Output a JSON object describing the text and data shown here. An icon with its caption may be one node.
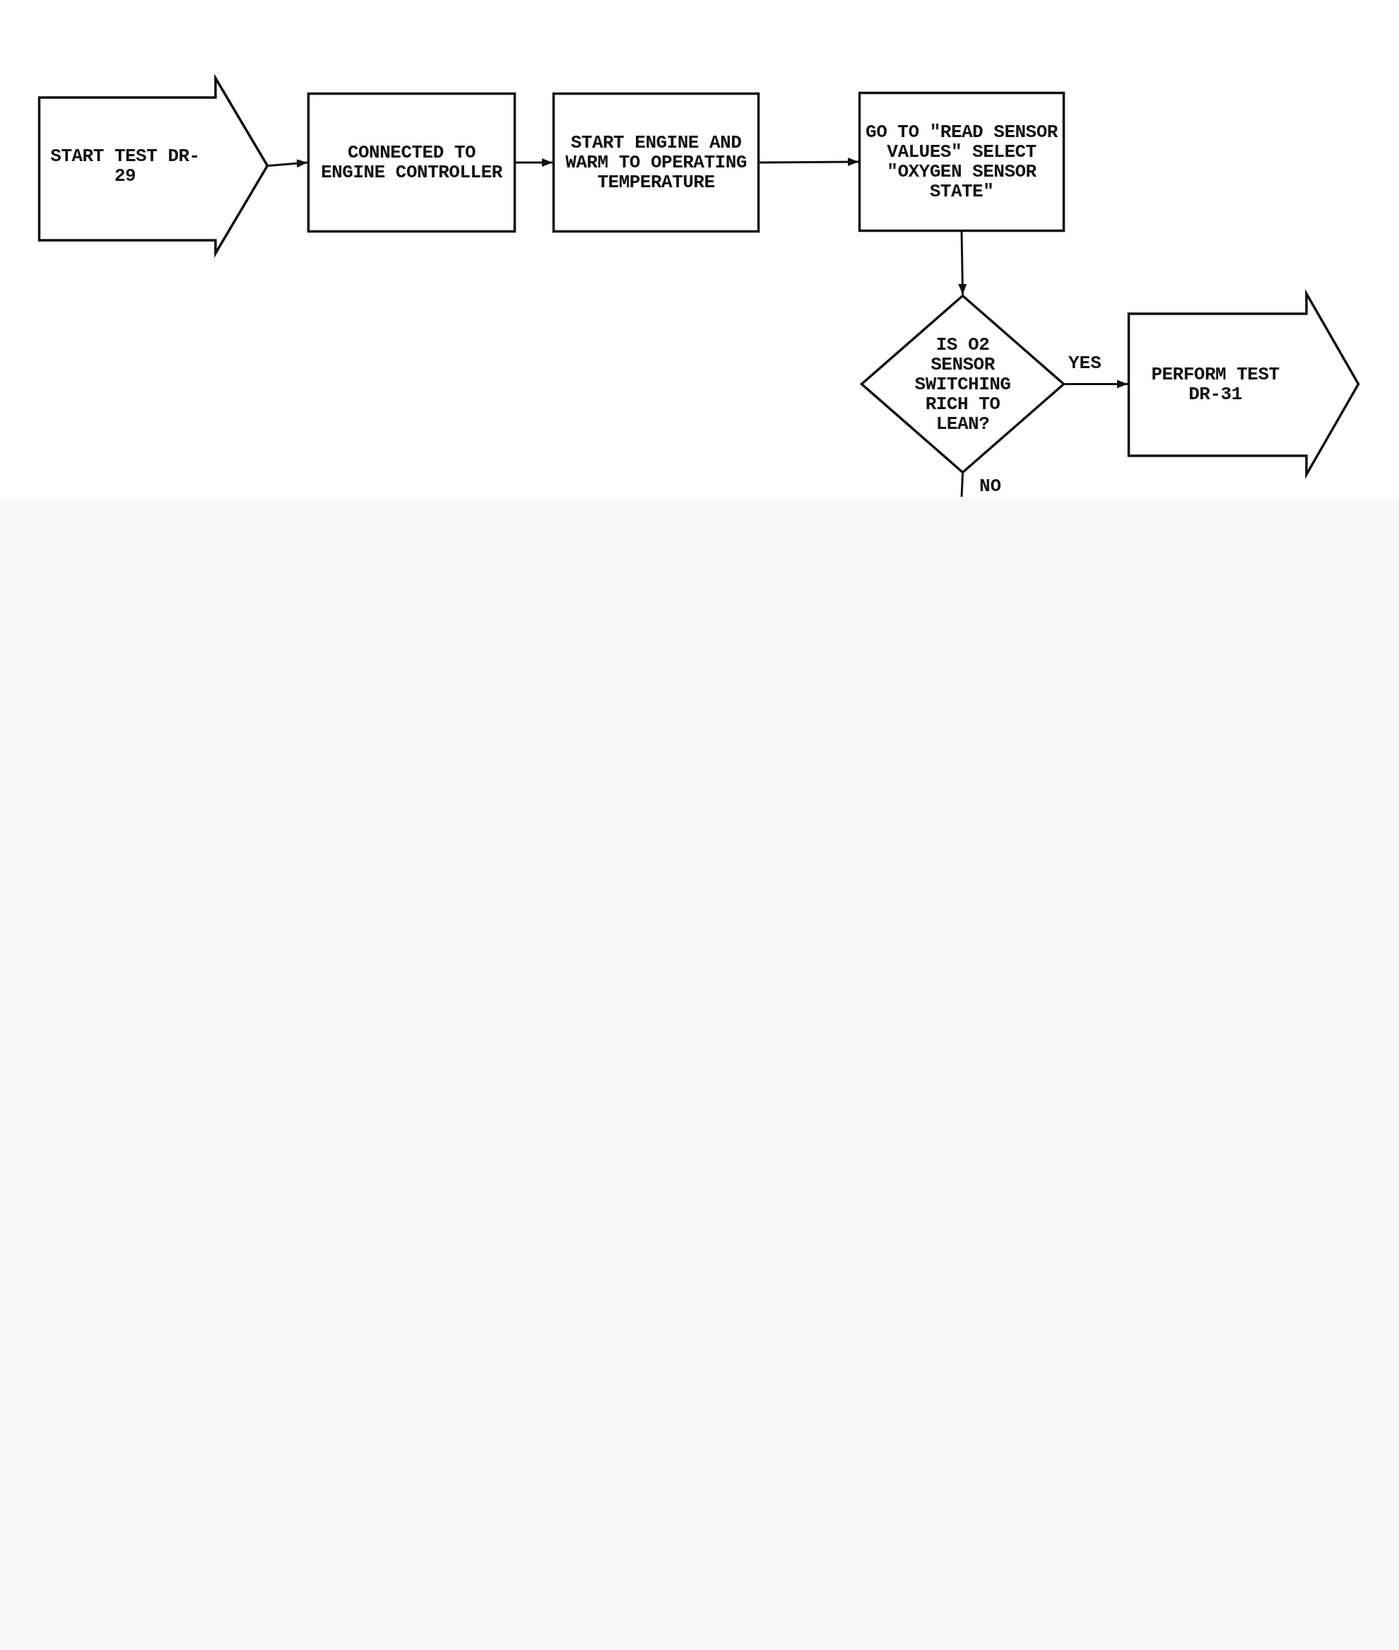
{
  "diagram": {
    "nodes": [
      {
        "text": [
          "START TEST DR-29"
        ]
      },
      {
        "text": [
          "CONNECTED TO ENGINE CONTROLLER"
        ]
      },
      {
        "text": [
          "START ENGINE AND WARM TO OPERATING TEMPERATURE"
        ]
      },
      {
        "text": [
          "GO TO \"READ SENSOR VALUES\" SELECT \"OXYGEN SENSOR STATE\""
        ]
      },
      {
        "text": [
          "IS O2 SENSOR SWITCHING RICH TO LEAN?"
        ]
      },
      {
        "text": [
          "PERFORM TEST DR-31"
        ]
      }
    ],
    "edges": [
      {
        "from": 0,
        "to": 1,
        "arrow": "to"
      },
      {
        "from": 1,
        "to": 2,
        "arrow": "to"
      },
      {
        "from": 2,
        "to": 3,
        "arrow": "to"
      },
      {
        "from": 3,
        "to": 4,
        "arrow": "to"
      },
      {
        "from": 4,
        "to": 5,
        "arrow": "to",
        "label": "YES"
      },
      {
        "from": 4,
        "to": null,
        "arrow": "none",
        "label": "NO"
      }
    ]
  }
}
